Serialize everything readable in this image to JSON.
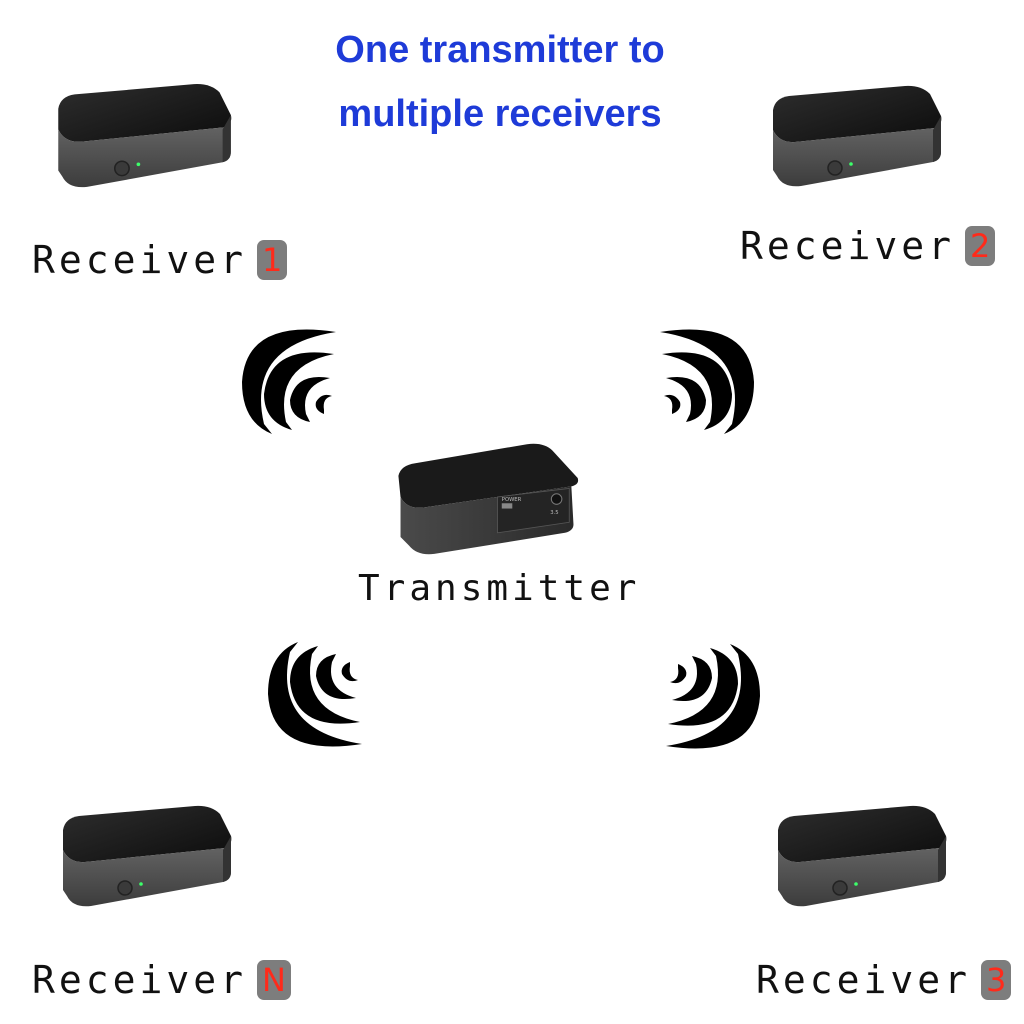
{
  "title": {
    "line1": "One transmitter to",
    "line2": "multiple receivers"
  },
  "receivers": [
    {
      "text": "Receiver",
      "badge": "1"
    },
    {
      "text": "Receiver",
      "badge": "2"
    },
    {
      "text": "Receiver",
      "badge": "N"
    },
    {
      "text": "Receiver",
      "badge": "3"
    }
  ],
  "transmitter": {
    "label": "Transmitter"
  },
  "colors": {
    "title": "#1e3bd8",
    "badge_bg": "#7d7d7d",
    "badge_text": "#ff2a1a",
    "device": "#2b2b2b"
  }
}
